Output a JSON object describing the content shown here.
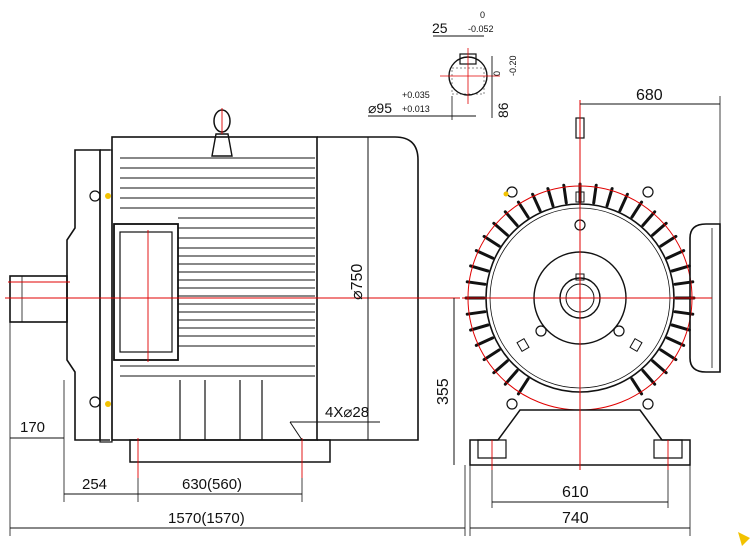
{
  "colors": {
    "line": "#111111",
    "centerline": "#e00000",
    "background": "#ffffff",
    "accent": "#f2c200"
  },
  "side_view": {
    "dim_750": "⌀750",
    "dim_355": "355",
    "dim_4x28": "4X⌀28",
    "dim_170": "170",
    "dim_254": "254",
    "dim_630": "630(560)",
    "dim_1570": "1570(1570)"
  },
  "shaft_detail": {
    "keyway_width": "25",
    "keyway_width_tol_upper": "0",
    "keyway_width_tol_lower": "-0.052",
    "key_height": "86",
    "key_height_tol_upper": "0",
    "key_height_tol_lower": "-0.20",
    "shaft_diameter": "⌀95",
    "shaft_tol_upper": "+0.035",
    "shaft_tol_lower": "+0.013"
  },
  "front_view": {
    "dim_680": "680",
    "dim_610": "610",
    "dim_740": "740"
  },
  "icons": [
    "eyebolt-icon",
    "terminal-box-icon",
    "fan-cowl-icon"
  ]
}
